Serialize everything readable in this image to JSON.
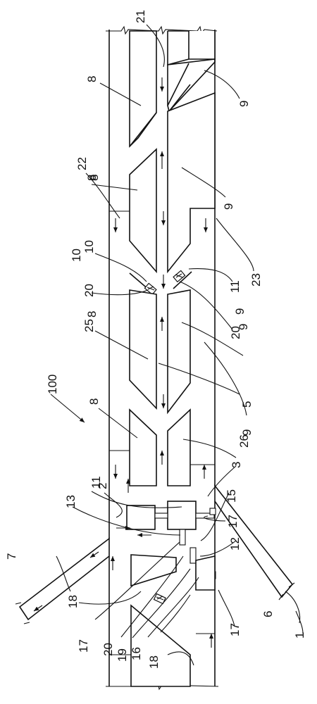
{
  "figure": {
    "labels": {
      "l100": "100",
      "l1": "1",
      "l2": "2",
      "l3": "3",
      "l5": "5",
      "l6": "6",
      "l7": "7",
      "l8a": "8",
      "l8b": "8",
      "l8c": "8",
      "l8d": "8",
      "l8e": "8",
      "l9a": "9",
      "l9b": "9",
      "l9c": "9",
      "l9d": "9",
      "l9e": "9",
      "l10a": "10",
      "l10b": "10",
      "l11a": "11",
      "l11b": "11",
      "l12": "12",
      "l13": "13",
      "l15": "15",
      "l16": "16",
      "l17a": "17",
      "l17b": "17",
      "l17c": "17",
      "l18a": "18",
      "l18b": "18",
      "l19": "19",
      "l20a": "20",
      "l20b": "20",
      "l20c": "20",
      "l21": "21",
      "l22": "22",
      "l23": "23",
      "l25": "25",
      "l26": "26"
    }
  }
}
